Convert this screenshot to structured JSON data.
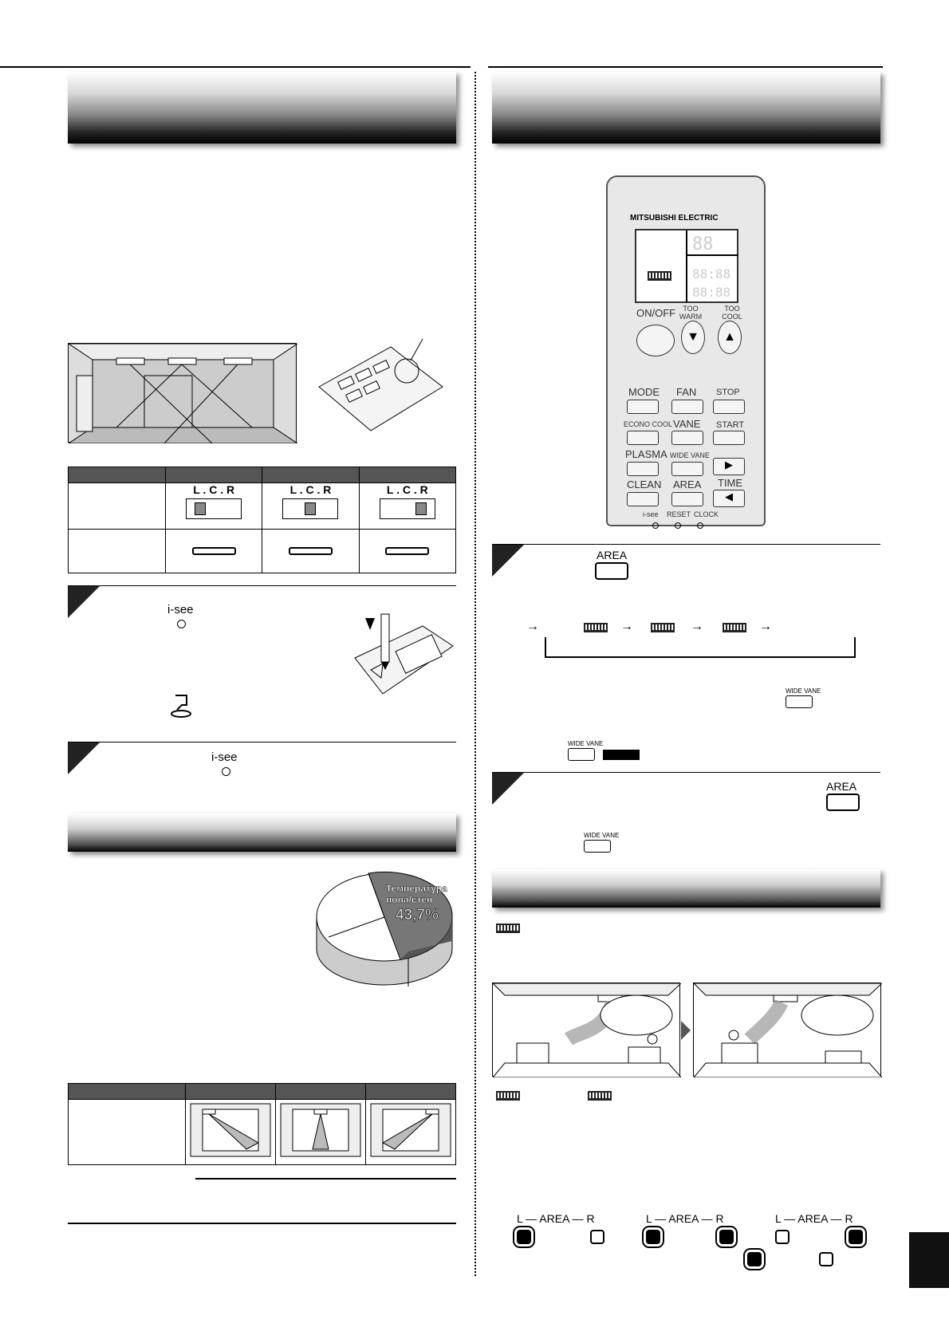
{
  "remote": {
    "brand": "MITSUBISHI ELECTRIC",
    "on_off": "ON/OFF",
    "too_warm": "TOO WARM",
    "too_cool": "TOO COOL",
    "mode": "MODE",
    "fan": "FAN",
    "stop": "STOP",
    "econo_cool": "ECONO COOL",
    "vane": "VANE",
    "start": "START",
    "plasma": "PLASMA",
    "wide_vane": "WIDE VANE",
    "clean": "CLEAN",
    "area": "AREA",
    "time": "TIME",
    "isee": "i-see",
    "reset": "RESET",
    "clock": "CLOCK"
  },
  "left": {
    "lcr_label": "L . C . R",
    "isee_label": "i-see"
  },
  "pie": {
    "label": "Температура пола/стен",
    "value": "43,7%"
  },
  "right": {
    "area_label": "AREA",
    "wide_vane_label": "WIDE VANE"
  },
  "leds": {
    "l": "L",
    "area": "AREA",
    "r": "R"
  }
}
